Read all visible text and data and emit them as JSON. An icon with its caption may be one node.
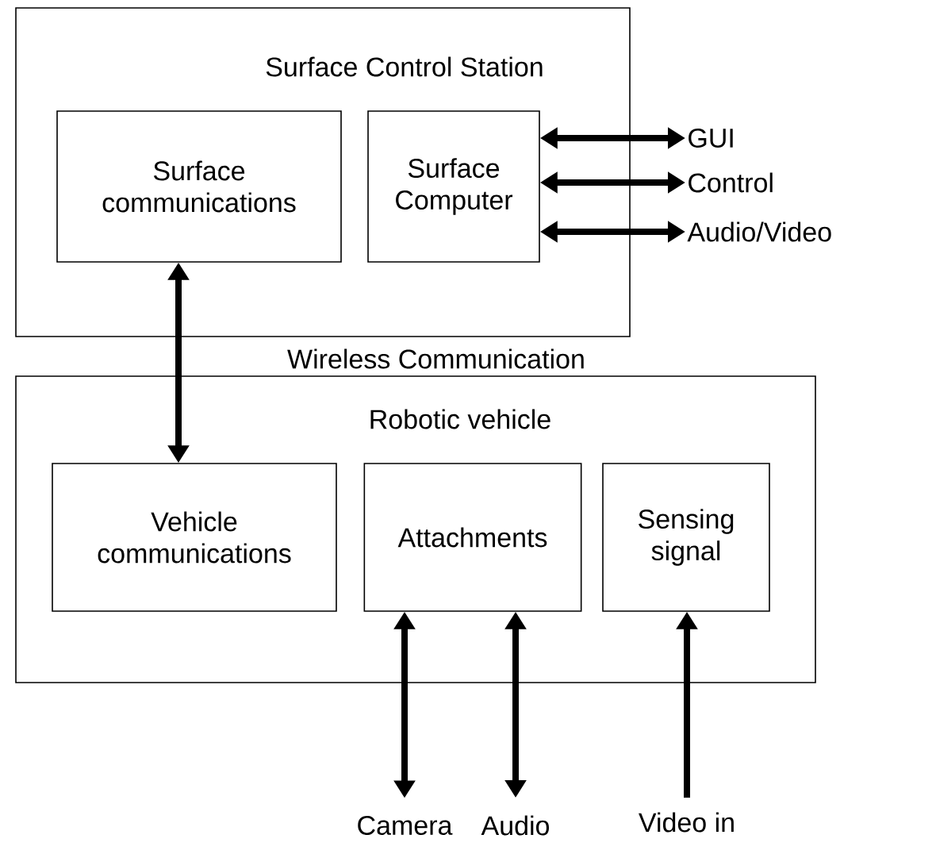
{
  "diagram": {
    "nodes": [
      {
        "text": [
          "Surface Control Station"
        ]
      },
      {
        "text": [
          "Surface communications"
        ],
        "in": 0
      },
      {
        "text": [
          "Surface Computer"
        ],
        "in": 0
      },
      {
        "text": [
          "GUI"
        ]
      },
      {
        "text": [
          "Control"
        ]
      },
      {
        "text": [
          "Audio/Video"
        ]
      },
      {
        "text": [
          "Robotic vehicle"
        ]
      },
      {
        "text": [
          "Vehicle communications"
        ],
        "in": 6
      },
      {
        "text": [
          "Attachments"
        ],
        "in": 6
      },
      {
        "text": [
          "Sensing signal"
        ],
        "in": 6
      },
      {
        "text": [
          "Camera"
        ]
      },
      {
        "text": [
          "Audio"
        ]
      },
      {
        "text": [
          "Video in"
        ]
      }
    ],
    "edges": [
      {
        "from": 2,
        "to": 3,
        "arrow": "both"
      },
      {
        "from": 2,
        "to": 4,
        "arrow": "both"
      },
      {
        "from": 2,
        "to": 5,
        "arrow": "both"
      },
      {
        "from": 1,
        "to": 7,
        "arrow": "both"
      },
      {
        "from": 8,
        "to": 10,
        "arrow": "both"
      },
      {
        "from": 8,
        "to": 11,
        "arrow": "both"
      },
      {
        "from": 12,
        "to": 9,
        "arrow": "to"
      }
    ],
    "labels": [
      "Wireless Communication"
    ]
  }
}
